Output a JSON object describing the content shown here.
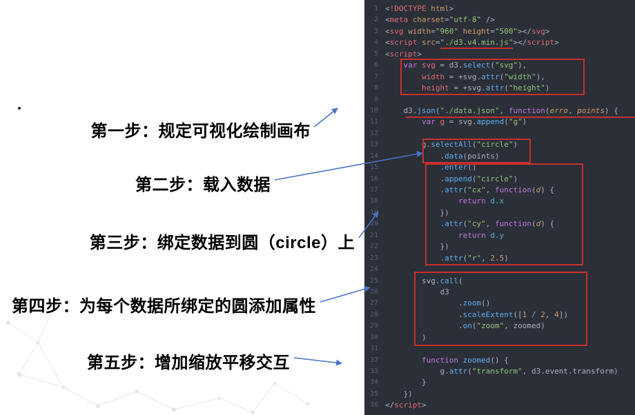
{
  "colors": {
    "highlight": "#c9302c",
    "arrow": "#4a72c8",
    "editor_bg": "#2a2f38"
  },
  "steps": [
    {
      "label": "第一步：规定可视化绘制画布"
    },
    {
      "label": "第二步：载入数据"
    },
    {
      "label": "第三步：绑定数据到圆（circle）上"
    },
    {
      "label": "第四步：为每个数据所绑定的圆添加属性"
    },
    {
      "label": "第五步：增加缩放平移交互"
    }
  ],
  "editor": {
    "lines": [
      {
        "n": "1",
        "s": [
          [
            "punc",
            "<"
          ],
          [
            "tag",
            "!DOCTYPE"
          ],
          [
            "attr",
            " html"
          ],
          [
            "punc",
            ">"
          ]
        ]
      },
      {
        "n": "2",
        "s": [
          [
            "punc",
            "<"
          ],
          [
            "tag",
            "meta"
          ],
          [
            "attr",
            " charset"
          ],
          [
            "punc",
            "="
          ],
          [
            "str",
            "\"utf-8\""
          ],
          [
            "punc",
            " />"
          ]
        ]
      },
      {
        "n": "3",
        "s": [
          [
            "punc",
            "<"
          ],
          [
            "tag",
            "svg"
          ],
          [
            "attr",
            " width"
          ],
          [
            "punc",
            "="
          ],
          [
            "str",
            "\"960\""
          ],
          [
            "attr",
            " height"
          ],
          [
            "punc",
            "="
          ],
          [
            "str",
            "\"500\""
          ],
          [
            "punc",
            "></"
          ],
          [
            "tag",
            "svg"
          ],
          [
            "punc",
            ">"
          ]
        ]
      },
      {
        "n": "4",
        "s": [
          [
            "punc",
            "<"
          ],
          [
            "tag",
            "script"
          ],
          [
            "attr",
            " src"
          ],
          [
            "punc",
            "="
          ],
          [
            "stru",
            "\"./d3.v4.min.js\""
          ],
          [
            "punc",
            "></"
          ],
          [
            "tag",
            "script"
          ],
          [
            "punc",
            ">"
          ]
        ]
      },
      {
        "n": "5",
        "s": [
          [
            "punc",
            "<"
          ],
          [
            "tag",
            "script"
          ],
          [
            "punc",
            ">"
          ]
        ]
      },
      {
        "n": "6",
        "s": [
          [
            "plain",
            "    "
          ],
          [
            "kw",
            "var"
          ],
          [
            "var",
            " svg"
          ],
          [
            "punc",
            " = "
          ],
          [
            "plain",
            "d3"
          ],
          [
            "punc",
            "."
          ],
          [
            "fn",
            "select"
          ],
          [
            "punc",
            "("
          ],
          [
            "str",
            "\"svg\""
          ],
          [
            "punc",
            "),"
          ]
        ]
      },
      {
        "n": "7",
        "s": [
          [
            "plain",
            "        "
          ],
          [
            "var",
            "width"
          ],
          [
            "punc",
            " = +"
          ],
          [
            "plain",
            "svg"
          ],
          [
            "punc",
            "."
          ],
          [
            "fn",
            "attr"
          ],
          [
            "punc",
            "("
          ],
          [
            "str",
            "\"width\""
          ],
          [
            "punc",
            "),"
          ]
        ]
      },
      {
        "n": "8",
        "s": [
          [
            "plain",
            "        "
          ],
          [
            "var",
            "height"
          ],
          [
            "punc",
            " = +"
          ],
          [
            "plain",
            "svg"
          ],
          [
            "punc",
            "."
          ],
          [
            "fn",
            "attr"
          ],
          [
            "punc",
            "("
          ],
          [
            "str",
            "\"height\""
          ],
          [
            "punc",
            ")"
          ]
        ]
      },
      {
        "n": "9",
        "s": []
      },
      {
        "n": "10",
        "s": [
          [
            "plain",
            "    d3"
          ],
          [
            "punc",
            "."
          ],
          [
            "fn",
            "json"
          ],
          [
            "punc",
            "("
          ],
          [
            "str",
            "\"./data.json\""
          ],
          [
            "punc",
            ", "
          ],
          [
            "kw",
            "function"
          ],
          [
            "punc",
            "("
          ],
          [
            "param",
            "erro"
          ],
          [
            "punc",
            ", "
          ],
          [
            "param",
            "points"
          ],
          [
            "punc",
            ") {"
          ]
        ]
      },
      {
        "n": "11",
        "s": [
          [
            "plain",
            "        "
          ],
          [
            "kw",
            "var"
          ],
          [
            "var",
            " g"
          ],
          [
            "punc",
            " = "
          ],
          [
            "plain",
            "svg"
          ],
          [
            "punc",
            "."
          ],
          [
            "fn",
            "append"
          ],
          [
            "punc",
            "("
          ],
          [
            "str",
            "\"g\""
          ],
          [
            "punc",
            ")"
          ]
        ]
      },
      {
        "n": "12",
        "s": []
      },
      {
        "n": "13",
        "s": [
          [
            "plain",
            "        g"
          ],
          [
            "punc",
            "."
          ],
          [
            "fn",
            "selectAll"
          ],
          [
            "punc",
            "("
          ],
          [
            "str",
            "\"circle\""
          ],
          [
            "punc",
            ")"
          ]
        ]
      },
      {
        "n": "14",
        "s": [
          [
            "plain",
            "            "
          ],
          [
            "punc",
            "."
          ],
          [
            "fn",
            "data"
          ],
          [
            "punc",
            "("
          ],
          [
            "plain",
            "points"
          ],
          [
            "punc",
            ")"
          ]
        ]
      },
      {
        "n": "15",
        "s": [
          [
            "plain",
            "            "
          ],
          [
            "punc",
            "."
          ],
          [
            "fn",
            "enter"
          ],
          [
            "punc",
            "()"
          ]
        ]
      },
      {
        "n": "16",
        "s": [
          [
            "plain",
            "            "
          ],
          [
            "punc",
            "."
          ],
          [
            "fn",
            "append"
          ],
          [
            "punc",
            "("
          ],
          [
            "str",
            "\"circle\""
          ],
          [
            "punc",
            ")"
          ]
        ]
      },
      {
        "n": "17",
        "s": [
          [
            "plain",
            "            "
          ],
          [
            "punc",
            "."
          ],
          [
            "fn",
            "attr"
          ],
          [
            "punc",
            "("
          ],
          [
            "str",
            "\"cx\""
          ],
          [
            "punc",
            ", "
          ],
          [
            "kw",
            "function"
          ],
          [
            "punc",
            "("
          ],
          [
            "param",
            "d"
          ],
          [
            "punc",
            ") {"
          ]
        ]
      },
      {
        "n": "18",
        "s": [
          [
            "plain",
            "                "
          ],
          [
            "kw",
            "return"
          ],
          [
            "cy",
            " d.x"
          ]
        ]
      },
      {
        "n": "19",
        "s": [
          [
            "plain",
            "            "
          ],
          [
            "punc",
            "})"
          ]
        ]
      },
      {
        "n": "20",
        "s": [
          [
            "plain",
            "            "
          ],
          [
            "punc",
            "."
          ],
          [
            "fn",
            "attr"
          ],
          [
            "punc",
            "("
          ],
          [
            "str",
            "\"cy\""
          ],
          [
            "punc",
            ", "
          ],
          [
            "kw",
            "function"
          ],
          [
            "punc",
            "("
          ],
          [
            "param",
            "d"
          ],
          [
            "punc",
            ") {"
          ]
        ]
      },
      {
        "n": "21",
        "s": [
          [
            "plain",
            "                "
          ],
          [
            "kw",
            "return"
          ],
          [
            "cy",
            " d.y"
          ]
        ]
      },
      {
        "n": "22",
        "s": [
          [
            "plain",
            "            "
          ],
          [
            "punc",
            "})"
          ]
        ]
      },
      {
        "n": "23",
        "s": [
          [
            "plain",
            "            "
          ],
          [
            "punc",
            "."
          ],
          [
            "fn",
            "attr"
          ],
          [
            "punc",
            "("
          ],
          [
            "str",
            "\"r\""
          ],
          [
            "punc",
            ", "
          ],
          [
            "num",
            "2.5"
          ],
          [
            "punc",
            ")"
          ]
        ]
      },
      {
        "n": "24",
        "s": []
      },
      {
        "n": "25",
        "s": [
          [
            "plain",
            "        svg"
          ],
          [
            "punc",
            "."
          ],
          [
            "fn",
            "call"
          ],
          [
            "punc",
            "("
          ]
        ]
      },
      {
        "n": "26",
        "s": [
          [
            "plain",
            "            d3"
          ]
        ]
      },
      {
        "n": "27",
        "s": [
          [
            "plain",
            "                "
          ],
          [
            "punc",
            "."
          ],
          [
            "fn",
            "zoom"
          ],
          [
            "punc",
            "()"
          ]
        ]
      },
      {
        "n": "28",
        "s": [
          [
            "plain",
            "                "
          ],
          [
            "punc",
            "."
          ],
          [
            "fn",
            "scaleExtent"
          ],
          [
            "punc",
            "(["
          ],
          [
            "num",
            "1"
          ],
          [
            "punc",
            " / "
          ],
          [
            "num",
            "2"
          ],
          [
            "punc",
            ", "
          ],
          [
            "num",
            "4"
          ],
          [
            "punc",
            "])"
          ]
        ]
      },
      {
        "n": "29",
        "s": [
          [
            "plain",
            "                "
          ],
          [
            "punc",
            "."
          ],
          [
            "fn",
            "on"
          ],
          [
            "punc",
            "("
          ],
          [
            "str",
            "\"zoom\""
          ],
          [
            "punc",
            ", "
          ],
          [
            "plain",
            "zoomed"
          ],
          [
            "punc",
            ")"
          ]
        ]
      },
      {
        "n": "30",
        "s": [
          [
            "plain",
            "        )"
          ]
        ]
      },
      {
        "n": "31",
        "s": []
      },
      {
        "n": "32",
        "s": [
          [
            "plain",
            "        "
          ],
          [
            "kw",
            "function"
          ],
          [
            "fn",
            " zoomed"
          ],
          [
            "punc",
            "() {"
          ]
        ]
      },
      {
        "n": "33",
        "s": [
          [
            "plain",
            "            g"
          ],
          [
            "punc",
            "."
          ],
          [
            "fn",
            "attr"
          ],
          [
            "punc",
            "("
          ],
          [
            "str",
            "\"transform\""
          ],
          [
            "punc",
            ", "
          ],
          [
            "plain",
            "d3.event.transform"
          ],
          [
            "punc",
            ")"
          ]
        ]
      },
      {
        "n": "34",
        "s": [
          [
            "plain",
            "        }"
          ]
        ]
      },
      {
        "n": "35",
        "s": [
          [
            "plain",
            "    })"
          ]
        ]
      },
      {
        "n": "36",
        "s": [
          [
            "punc",
            "</"
          ],
          [
            "tag",
            "script"
          ],
          [
            "punc",
            ">"
          ]
        ]
      }
    ]
  }
}
